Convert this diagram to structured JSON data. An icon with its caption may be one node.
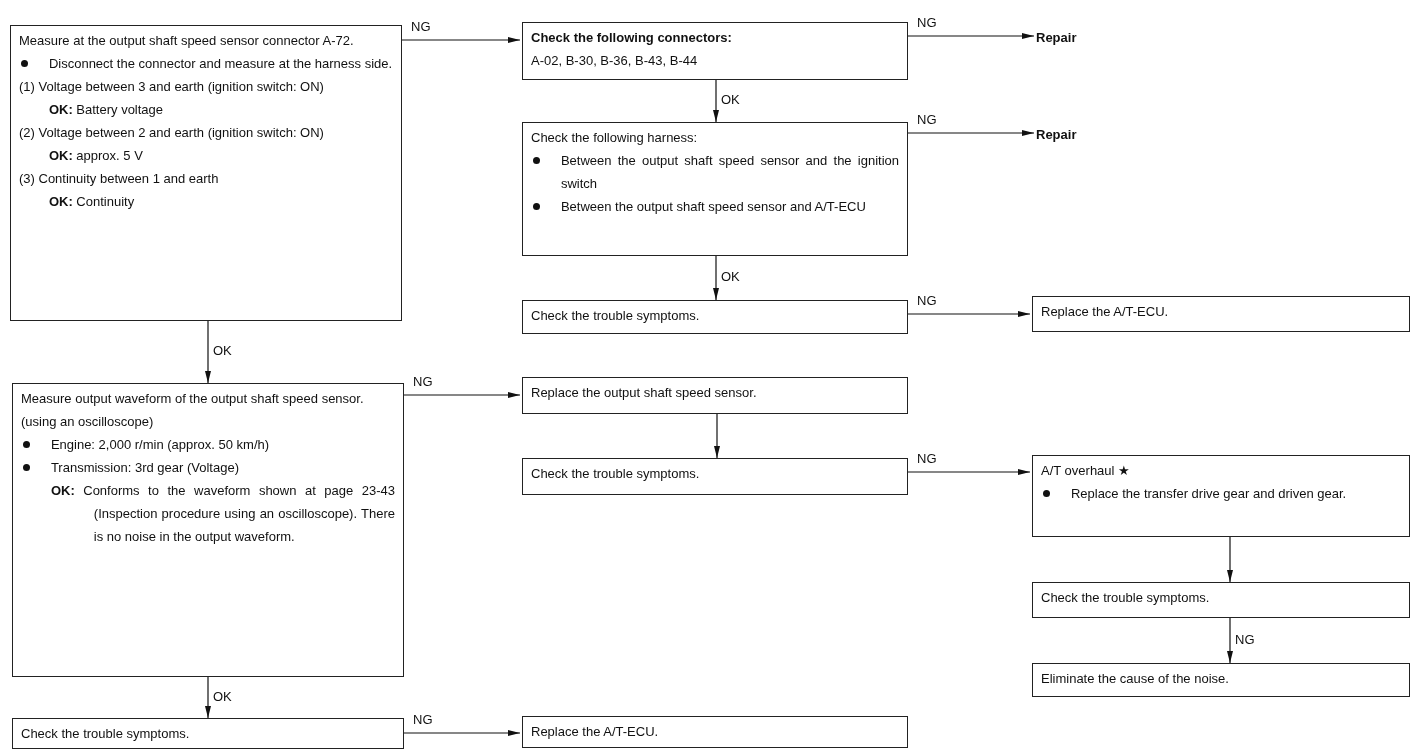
{
  "diagram": {
    "nodes": [
      {
        "text": [
          "Measure at the output shaft speed sensor connector A-72.",
          "Disconnect the connector and measure at the harness side.",
          "(1) Voltage between 3 and earth (ignition switch: ON)",
          "**OK:** Battery voltage",
          "(2) Voltage between 2 and earth (ignition switch: ON)",
          "**OK:** approx. 5 V",
          "(3) Continuity between 1 and earth",
          "**OK:** Continuity"
        ]
      },
      {
        "text": [
          "Check the following connectors:",
          "A-02, B-30, B-36, B-43, B-44"
        ]
      },
      {
        "text": [
          "Repair"
        ]
      },
      {
        "text": [
          "Check the following harness:",
          "Between the output shaft speed sensor and the ignition switch",
          "Between the output shaft speed sensor and A/T-ECU"
        ]
      },
      {
        "text": [
          "Repair"
        ]
      },
      {
        "text": [
          "Check the trouble symptoms."
        ]
      },
      {
        "text": [
          "Replace the A/T-ECU."
        ]
      },
      {
        "text": [
          "Measure output waveform of the output shaft speed sensor.",
          "(using an oscilloscope)",
          "Engine: 2,000 r/min (approx. 50 km/h)",
          "Transmission: 3rd gear (Voltage)",
          "**OK:** Conforms to the waveform shown at page 23-43 (Inspection procedure using an oscilloscope). There is no noise in the output waveform."
        ]
      },
      {
        "text": [
          "Replace the output shaft speed sensor."
        ]
      },
      {
        "text": [
          "Check the trouble symptoms."
        ]
      },
      {
        "text": [
          "A/T overhaul ★",
          "Replace the transfer drive gear and driven gear."
        ]
      },
      {
        "text": [
          "Check the trouble symptoms."
        ]
      },
      {
        "text": [
          "Eliminate the cause of the noise."
        ]
      },
      {
        "text": [
          "Check the trouble symptoms."
        ]
      },
      {
        "text": [
          "Replace the A/T-ECU."
        ]
      }
    ],
    "edges": [
      {
        "from": 0,
        "to": 1,
        "arrow": "to",
        "label": "NG"
      },
      {
        "from": 1,
        "to": 2,
        "arrow": "to",
        "label": "NG"
      },
      {
        "from": 1,
        "to": 3,
        "arrow": "to",
        "label": "OK"
      },
      {
        "from": 3,
        "to": 4,
        "arrow": "to",
        "label": "NG"
      },
      {
        "from": 3,
        "to": 5,
        "arrow": "to",
        "label": "OK"
      },
      {
        "from": 5,
        "to": 6,
        "arrow": "to",
        "label": "NG"
      },
      {
        "from": 0,
        "to": 7,
        "arrow": "to",
        "label": "OK"
      },
      {
        "from": 7,
        "to": 8,
        "arrow": "to",
        "label": "NG"
      },
      {
        "from": 8,
        "to": 9,
        "arrow": "to"
      },
      {
        "from": 9,
        "to": 10,
        "arrow": "to",
        "label": "NG"
      },
      {
        "from": 10,
        "to": 11,
        "arrow": "to"
      },
      {
        "from": 11,
        "to": 12,
        "arrow": "to",
        "label": "NG"
      },
      {
        "from": 7,
        "to": 13,
        "arrow": "to",
        "label": "OK"
      },
      {
        "from": 13,
        "to": 14,
        "arrow": "to",
        "label": "NG"
      }
    ]
  }
}
